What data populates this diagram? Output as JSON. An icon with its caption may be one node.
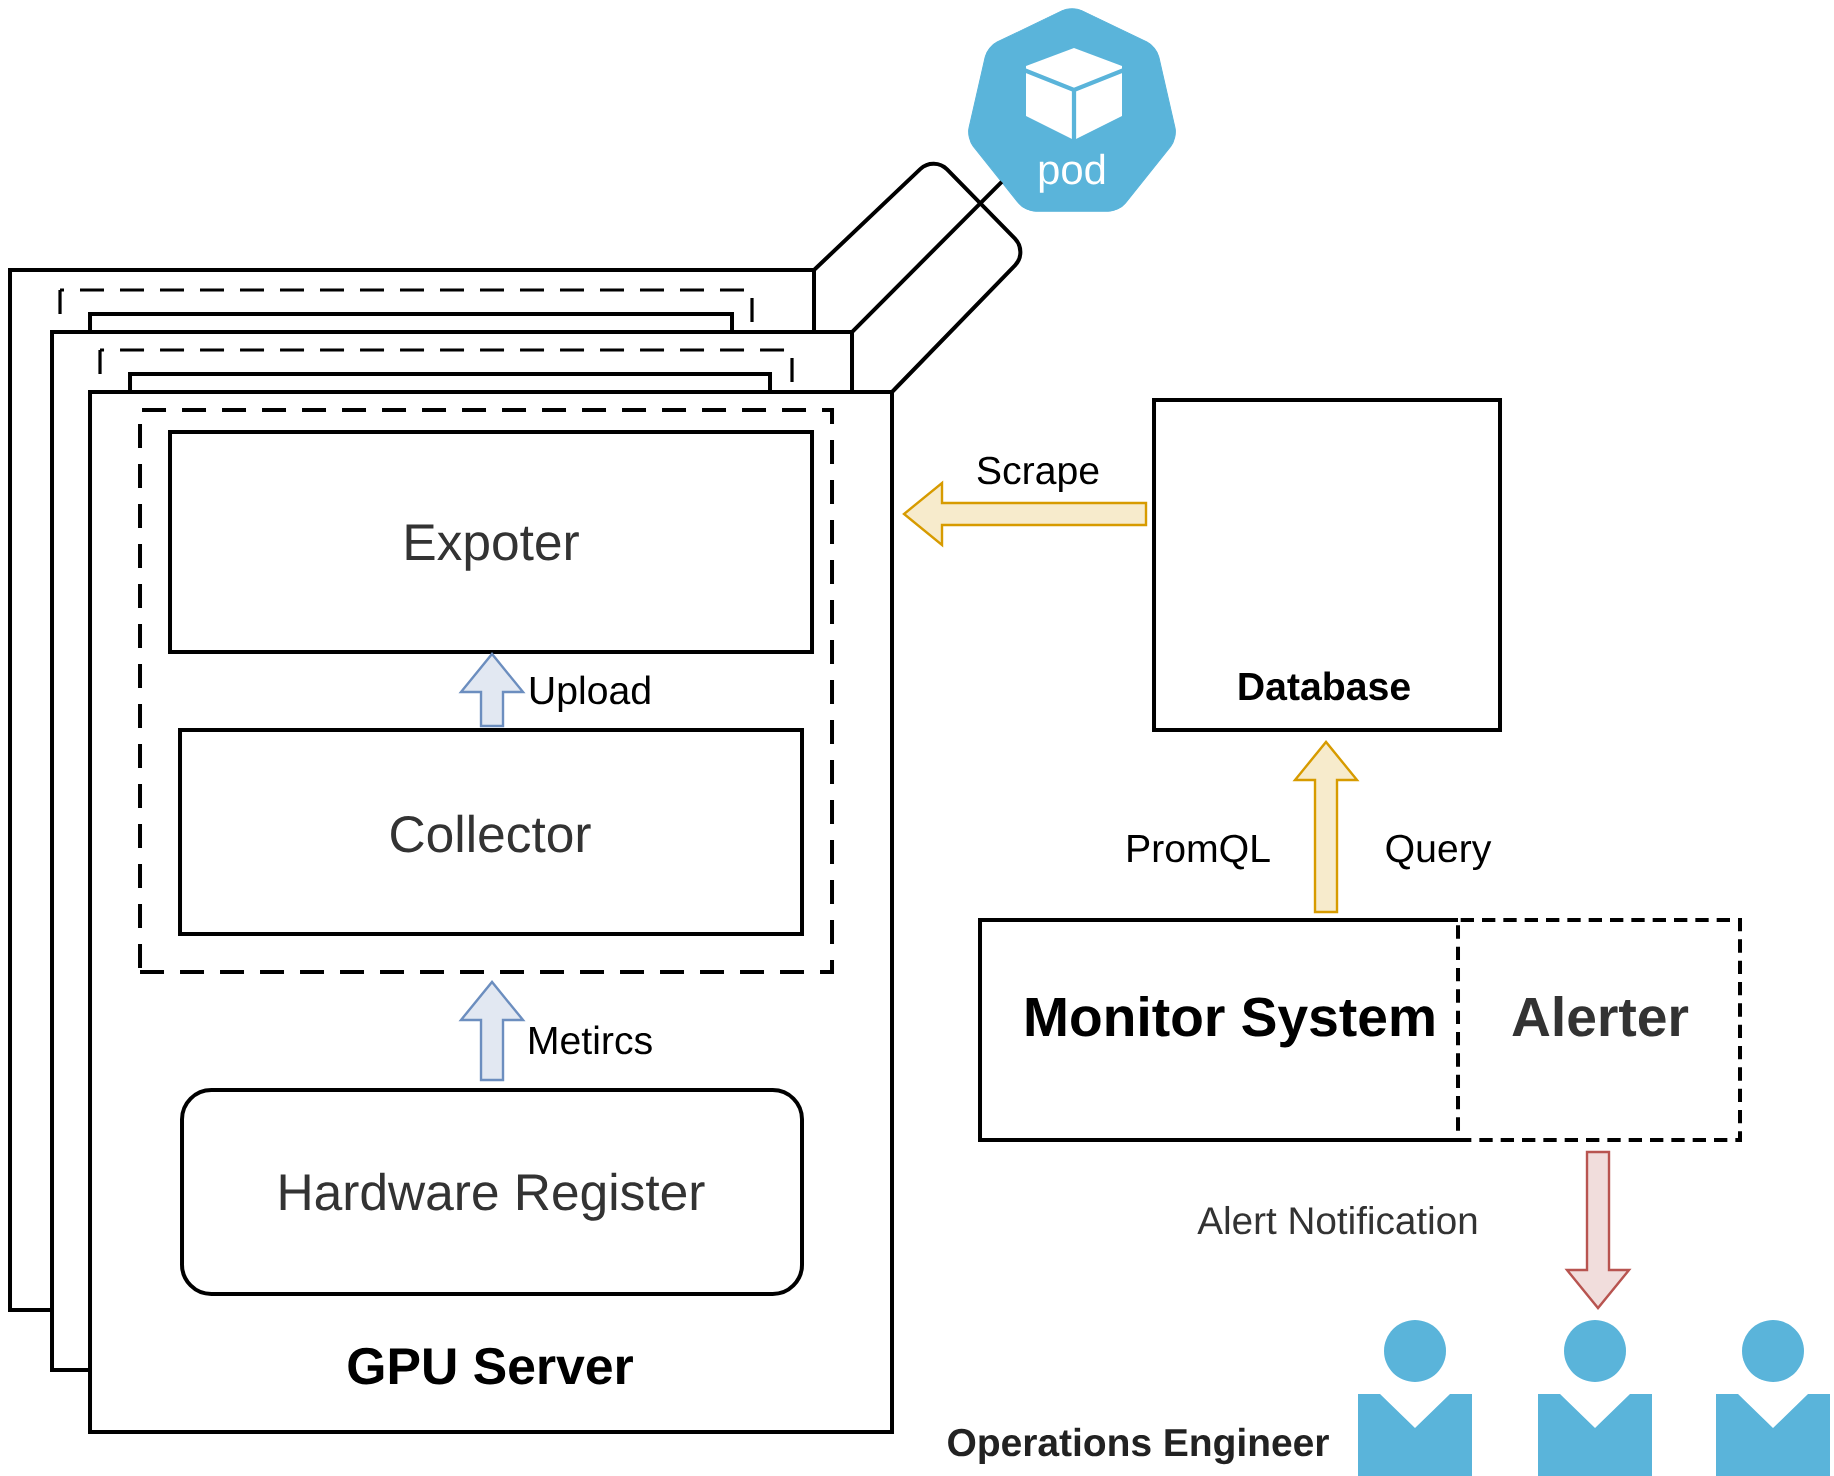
{
  "diagram": {
    "nodes": [
      {
        "text": [
          "pod"
        ]
      },
      {
        "text": [
          "GPU Server"
        ]
      },
      {
        "text": [],
        "shape": "box",
        "in": 1
      },
      {
        "text": [
          "Expoter"
        ],
        "in": 2
      },
      {
        "text": [
          "Collector"
        ],
        "in": 2
      },
      {
        "text": [
          "Hardware Register"
        ],
        "in": 1
      },
      {
        "text": [
          "Database"
        ]
      },
      {
        "text": [
          "Monitor System"
        ]
      },
      {
        "text": [
          "Alerter"
        ]
      },
      {
        "text": [],
        "shape": "person",
        "beside": [
          "Operations Engineer"
        ]
      },
      {
        "text": [],
        "shape": "person"
      },
      {
        "text": [],
        "shape": "person"
      }
    ],
    "edges": [
      {
        "from": 0,
        "to": 1,
        "arrow": "none"
      },
      {
        "from": 6,
        "to": 1,
        "arrow": "to",
        "label": "Scrape",
        "color": "#d79b00"
      },
      {
        "from": 4,
        "to": 3,
        "arrow": "to",
        "label": "Upload",
        "color": "#6c8ebf"
      },
      {
        "from": 5,
        "to": 2,
        "arrow": "to",
        "label": "Metircs",
        "color": "#6c8ebf"
      },
      {
        "from": 7,
        "to": 6,
        "arrow": "to",
        "label": "PromQL",
        "color": "#d79b00"
      },
      {
        "from": 8,
        "to": 10,
        "arrow": "to",
        "label": "Alert Notification",
        "color": "#b85450"
      }
    ],
    "labels": [
      "Query"
    ]
  }
}
